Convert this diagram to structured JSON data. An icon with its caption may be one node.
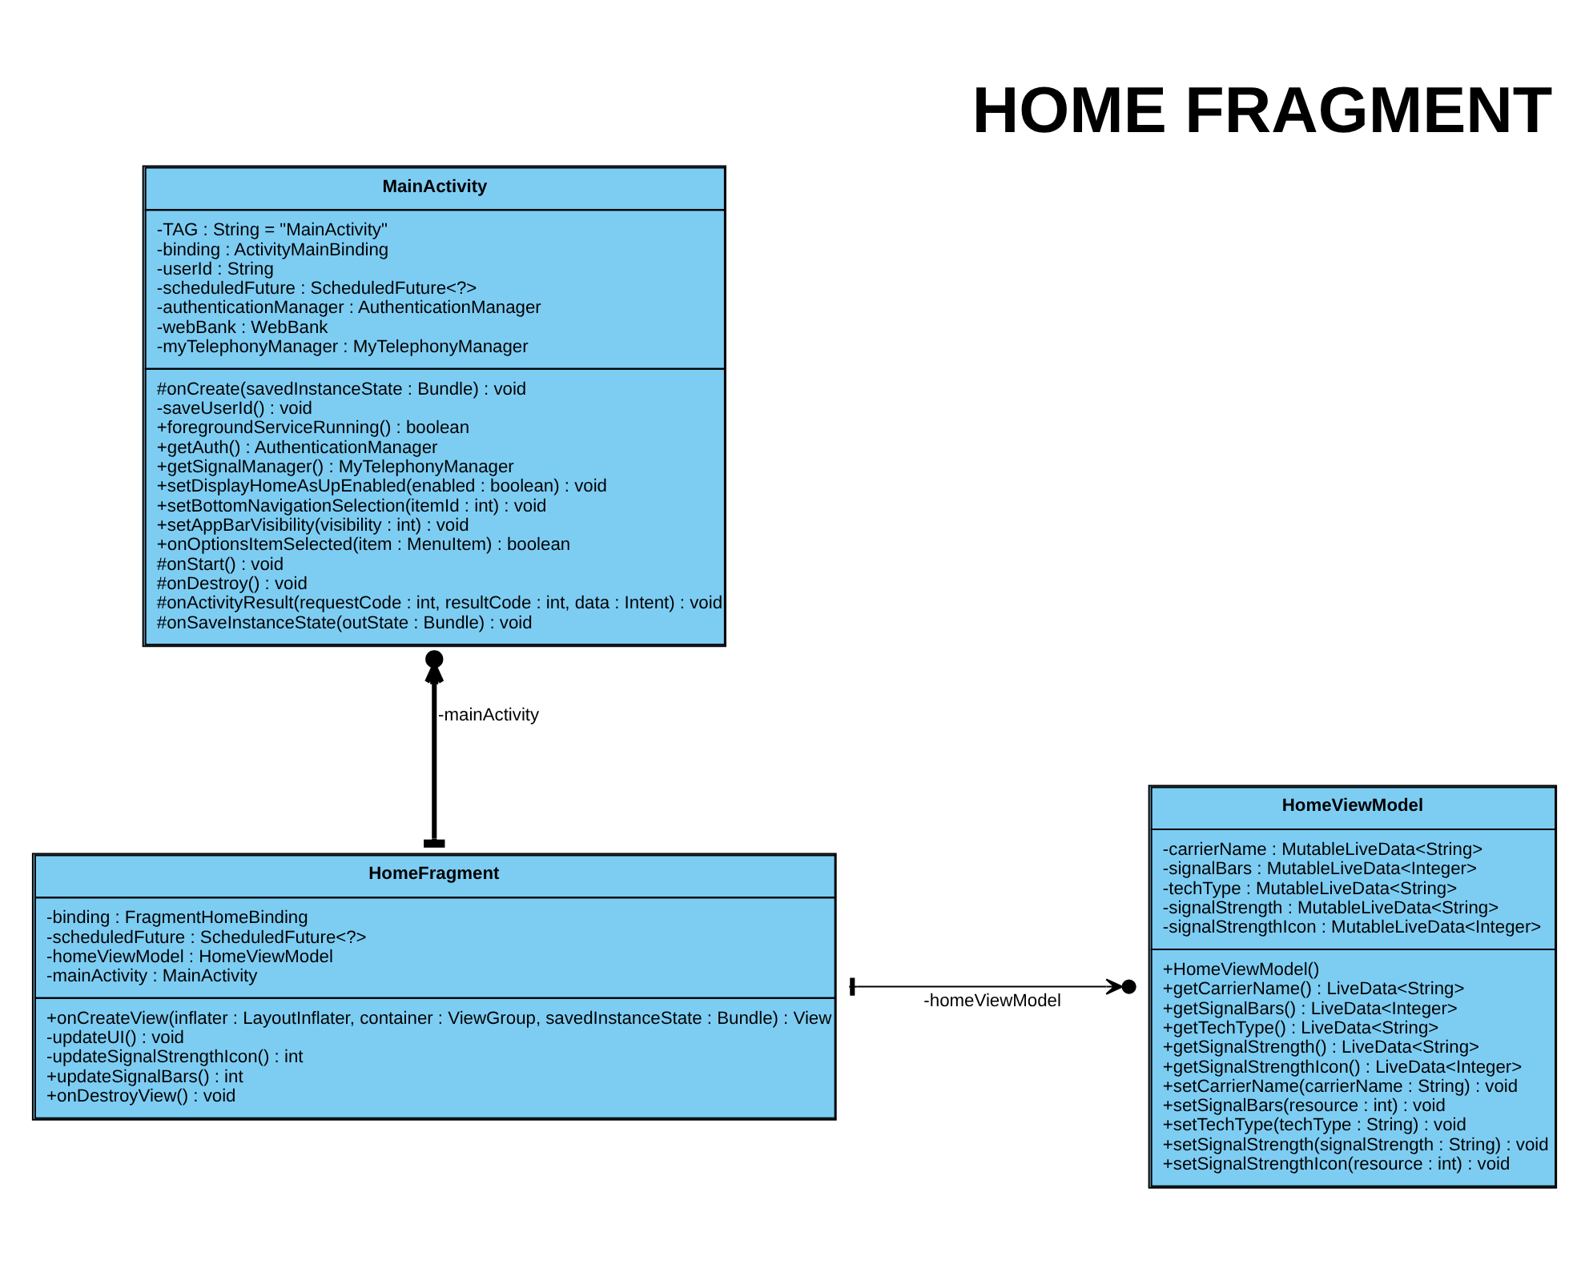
{
  "diagram": {
    "title": "HOME FRAGMENT",
    "nodes": [
      {
        "text": [
          "MainActivity",
          "-TAG : String = \"MainActivity\"",
          "-binding : ActivityMainBinding",
          "-userId : String",
          "-scheduledFuture : ScheduledFuture<?>",
          "-authenticationManager : AuthenticationManager",
          "-webBank : WebBank",
          "-myTelephonyManager : MyTelephonyManager",
          "#onCreate(savedInstanceState : Bundle) : void",
          "-saveUserId() : void",
          "+foregroundServiceRunning() : boolean",
          "+getAuth() : AuthenticationManager",
          "+getSignalManager() : MyTelephonyManager",
          "+setDisplayHomeAsUpEnabled(enabled : boolean) : void",
          "+setBottomNavigationSelection(itemId : int) : void",
          "+setAppBarVisibility(visibility : int) : void",
          "+onOptionsItemSelected(item : MenuItem) : boolean",
          "#onStart() : void",
          "#onDestroy() : void",
          "#onActivityResult(requestCode : int, resultCode : int, data : Intent) : void",
          "#onSaveInstanceState(outState : Bundle) : void"
        ]
      },
      {
        "text": [
          "HomeFragment",
          "-binding : FragmentHomeBinding",
          "-scheduledFuture : ScheduledFuture<?>",
          "-homeViewModel : HomeViewModel",
          "-mainActivity : MainActivity",
          "+onCreateView(inflater : LayoutInflater, container : ViewGroup, savedInstanceState : Bundle) : View",
          "-updateUI() : void",
          "-updateSignalStrengthIcon() : int",
          "+updateSignalBars() : int",
          "+onDestroyView() : void"
        ]
      },
      {
        "text": [
          "HomeViewModel",
          "-carrierName : MutableLiveData<String>",
          "-signalBars : MutableLiveData<Integer>",
          "-techType : MutableLiveData<String>",
          "-signalStrength : MutableLiveData<String>",
          "-signalStrengthIcon : MutableLiveData<Integer>",
          "+HomeViewModel()",
          "+getCarrierName() : LiveData<String>",
          "+getSignalBars() : LiveData<Integer>",
          "+getTechType() : LiveData<String>",
          "+getSignalStrength() : LiveData<String>",
          "+getSignalStrengthIcon() : LiveData<Integer>",
          "+setCarrierName(carrierName : String) : void",
          "+setSignalBars(resource : int) : void",
          "+setTechType(techType : String) : void",
          "+setSignalStrength(signalStrength : String) : void",
          "+setSignalStrengthIcon(resource : int) : void"
        ]
      }
    ],
    "edges": [
      {
        "from": 1,
        "to": 0,
        "arrow": "to",
        "label": "-mainActivity",
        "style": "thick"
      },
      {
        "from": 1,
        "to": 2,
        "arrow": "to",
        "label": "-homeViewModel"
      }
    ]
  }
}
